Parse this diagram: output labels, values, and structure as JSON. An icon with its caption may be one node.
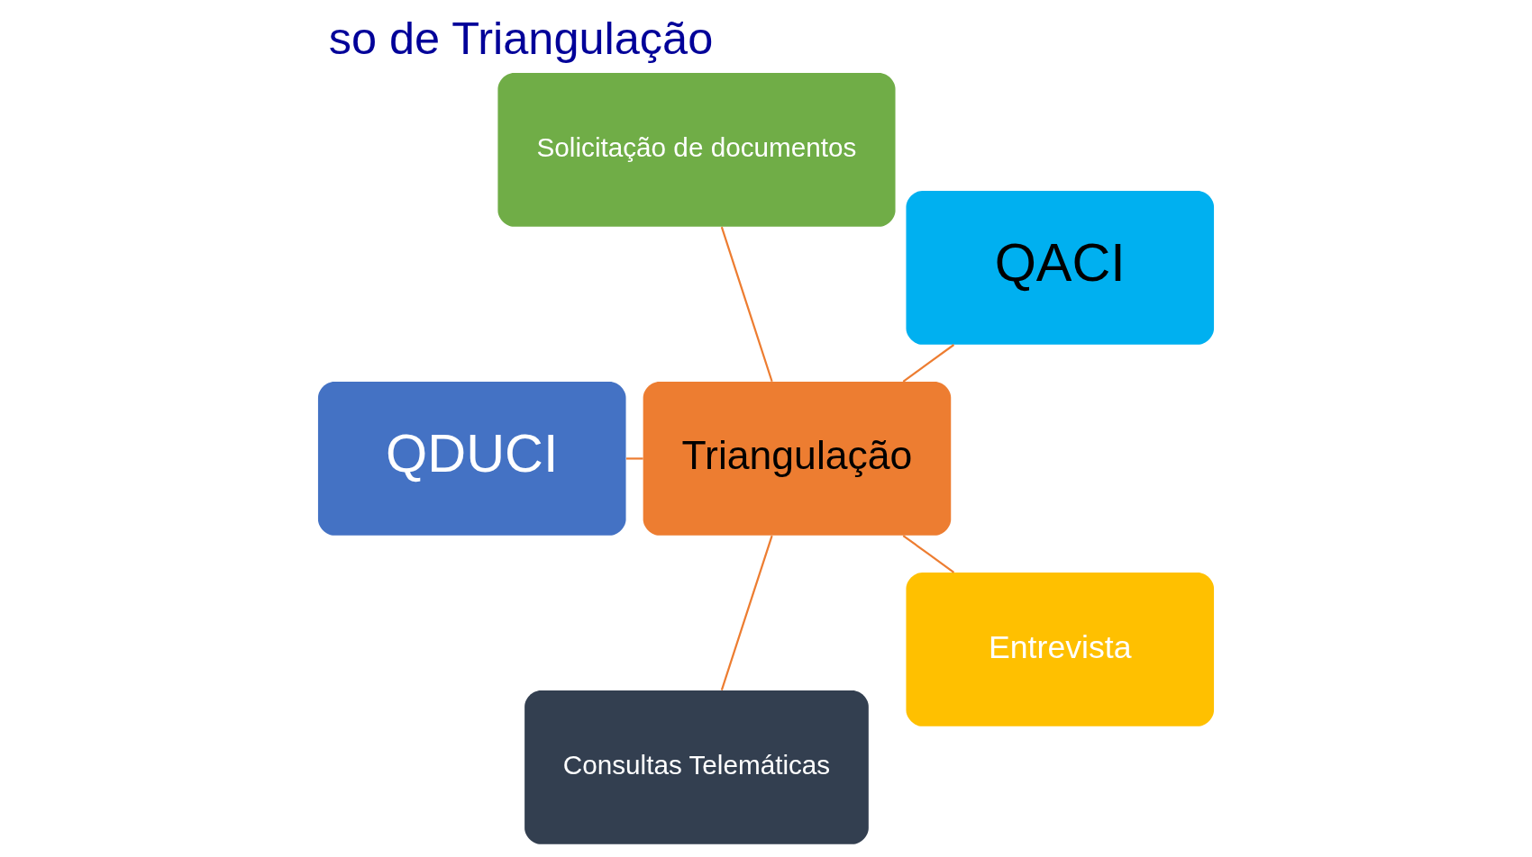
{
  "diagram": {
    "title": "so de Triangulação",
    "nodes": [
      {
        "text": [
          "QACI"
        ]
      },
      {
        "text": [
          "Solicitação de documentos"
        ]
      },
      {
        "text": [
          "QDUCI"
        ]
      },
      {
        "text": [
          "Triangulação"
        ]
      },
      {
        "text": [
          "Consultas Telemáticas"
        ]
      },
      {
        "text": [
          "Entrevista"
        ]
      }
    ],
    "edges": [
      {
        "from": 3,
        "to": 0,
        "arrow": "none"
      },
      {
        "from": 3,
        "to": 1,
        "arrow": "none"
      },
      {
        "from": 3,
        "to": 2,
        "arrow": "none"
      },
      {
        "from": 3,
        "to": 4,
        "arrow": "none"
      },
      {
        "from": 3,
        "to": 5,
        "arrow": "none"
      }
    ]
  }
}
